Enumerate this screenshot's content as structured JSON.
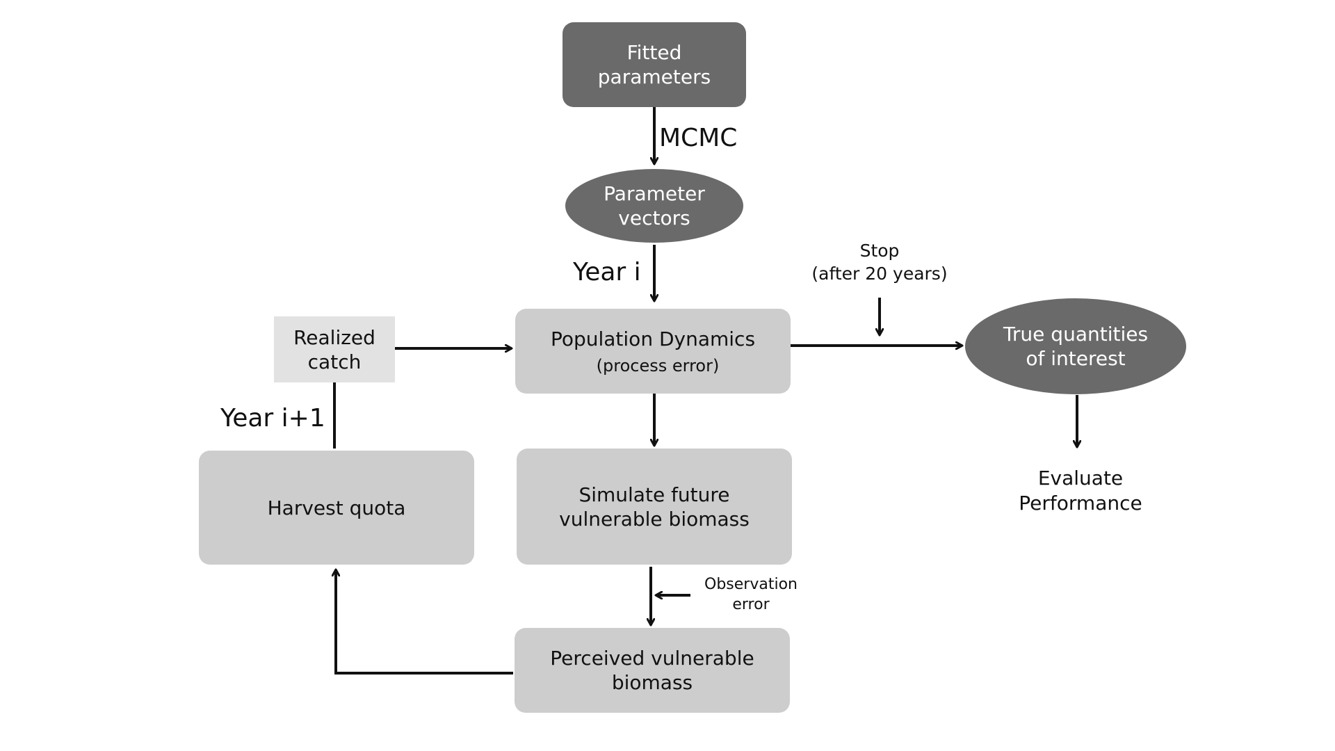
{
  "nodes": {
    "fitted_parameters": {
      "line1": "Fitted",
      "line2": "parameters"
    },
    "parameter_vectors": {
      "line1": "Parameter",
      "line2": "vectors"
    },
    "population_dynamics": {
      "line1": "Population Dynamics",
      "line2": "(process error)"
    },
    "realized_catch": {
      "line1": "Realized",
      "line2": "catch"
    },
    "true_quantities": {
      "line1": "True quantities",
      "line2": "of interest"
    },
    "harvest_quota": {
      "line1": "Harvest quota"
    },
    "simulate_biomass": {
      "line1": "Simulate future",
      "line2": "vulnerable biomass"
    },
    "perceived_biomass": {
      "line1": "Perceived vulnerable",
      "line2": "biomass"
    }
  },
  "labels": {
    "mcmc": "MCMC",
    "year_i": "Year i",
    "year_i_plus_1": "Year i+1",
    "stop_line1": "Stop",
    "stop_line2": "(after 20 years)",
    "evaluate_line1": "Evaluate",
    "evaluate_line2": "Performance",
    "observation_line1": "Observation",
    "observation_line2": "error"
  },
  "colors": {
    "dark_node": "#6a6a6a",
    "light_node": "#cdcdcd",
    "lighter_node": "#e2e2e2",
    "arrow": "#111111"
  }
}
